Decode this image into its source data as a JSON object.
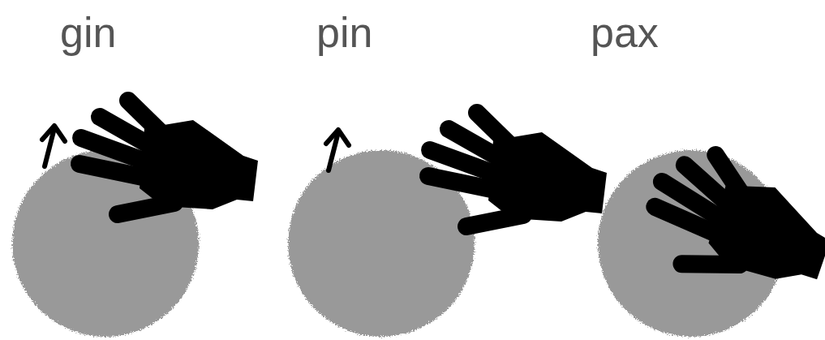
{
  "diagram": {
    "labels": [
      "gin",
      "pin",
      "pax"
    ]
  }
}
